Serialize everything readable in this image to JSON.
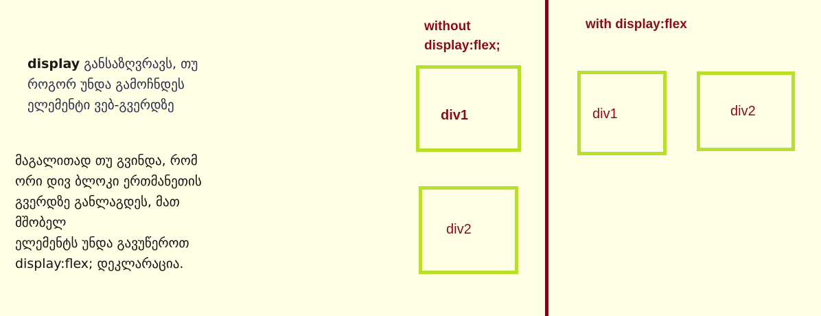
{
  "intro": {
    "keyword": "display",
    "line1_rest": " განსაზღვრავს, თუ",
    "line2": "როგორ უნდა გამოჩნდეს",
    "line3": "ელემენტი ვებ-გვერდზე"
  },
  "example": {
    "line1": "მაგალითად თუ გვინდა, რომ",
    "line2": "ორი დივ ბლოკი ერთმანეთის",
    "line3": "გვერდზე განლაგდეს, მათ",
    "line4": "მშობელ",
    "line5": "ელემენტს უნდა გავუწეროთ",
    "line6": "display:flex; დეკლარაცია."
  },
  "left_panel": {
    "heading_line1": "without",
    "heading_line2": "display:flex;",
    "boxes": [
      "div1",
      "div2"
    ]
  },
  "right_panel": {
    "heading": "with display:flex",
    "boxes": [
      "div1",
      "div2"
    ]
  },
  "colors": {
    "background": "#FFFFE6",
    "accent": "#8B0A1A",
    "divider": "#7A0016",
    "box_border": "#B7E02A"
  }
}
